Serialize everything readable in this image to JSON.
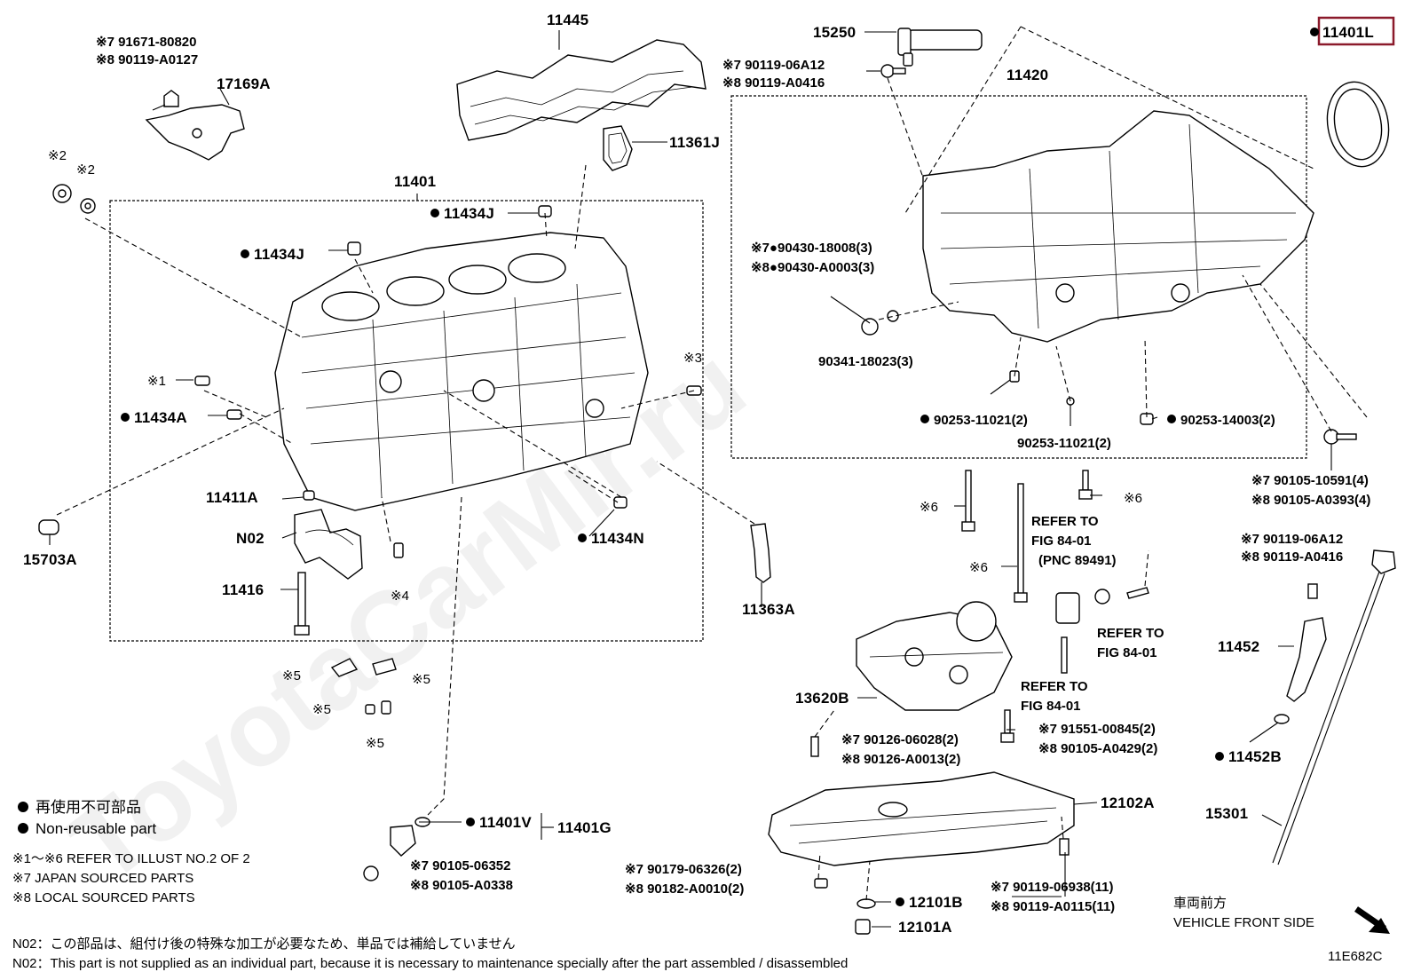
{
  "watermark": "ToyotaCarMir.ru",
  "labels": {
    "p11445": "11445",
    "p15250": "15250",
    "p11401L": "11401L",
    "p11420": "11420",
    "p17169A": "17169A",
    "p11361J": "11361J",
    "p11401": "11401",
    "p11434J_a": "11434J",
    "p11434J_b": "11434J",
    "p11434A": "11434A",
    "p11411A": "11411A",
    "pN02": "N02",
    "p11416": "11416",
    "p15703A": "15703A",
    "p11434N": "11434N",
    "p11363A": "11363A",
    "p90341": "90341-18023(3)",
    "p90253a": "90253-11021(2)",
    "p90253b": "90253-11021(2)",
    "p90253c": "90253-14003(2)",
    "p13620B": "13620B",
    "p11452": "11452",
    "p11452B": "11452B",
    "p15301": "15301",
    "p12102A": "12102A",
    "p12101B": "12101B",
    "p12101A": "12101A",
    "p11401V": "11401V",
    "p11401G": "11401G"
  },
  "refs": {
    "r1": "※1",
    "r2a": "※2",
    "r2b": "※2",
    "r3": "※3",
    "r4": "※4",
    "r5a": "※5",
    "r5b": "※5",
    "r5c": "※5",
    "r5d": "※5",
    "r6a": "※6",
    "r6b": "※6",
    "r6c": "※6"
  },
  "callouts": {
    "c17169_7": "※7 91671-80820",
    "c17169_8": "※8 90119-A0127",
    "c15250_7": "※7 90119-06A12",
    "c15250_8": "※8 90119-A0416",
    "c90430_7": "※7●90430-18008(3)",
    "c90430_8": "※8●90430-A0003(3)",
    "c90105_7": "※7 90105-10591(4)",
    "c90105_8": "※8 90105-A0393(4)",
    "c11452_7": "※7 90119-06A12",
    "c11452_8": "※8 90119-A0416",
    "c90126_7": "※7 90126-06028(2)",
    "c90126_8": "※8 90126-A0013(2)",
    "c91551_7": "※7 91551-00845(2)",
    "c91551_8": "※8 90105-A0429(2)",
    "c90179_7": "※7 90179-06326(2)",
    "c90179_8": "※8 90182-A0010(2)",
    "c90119_7": "※7 90119-06938(11)",
    "c90119_8": "※8 90119-A0115(11)",
    "c90105b_7": "※7 90105-06352",
    "c90105b_8": "※8 90105-A0338"
  },
  "refer": {
    "ref1_l1": "REFER TO",
    "ref1_l2": "FIG 84-01",
    "ref1_l3": "(PNC 89491)",
    "ref2_l1": "REFER TO",
    "ref2_l2": "FIG 84-01",
    "ref3_l1": "REFER TO",
    "ref3_l2": "FIG 84-01"
  },
  "legend": {
    "jp": "再使用不可部品",
    "en": "Non-reusable part",
    "n1": "※1～※6  REFER TO ILLUST NO.2 OF 2",
    "n7": "※7 JAPAN SOURCED PARTS",
    "n8": "※8 LOCAL SOURCED PARTS"
  },
  "direction": {
    "jp": "車両前方",
    "en": "VEHICLE FRONT SIDE"
  },
  "footer": {
    "n02_jp": "N02：この部品は、組付け後の特殊な加工が必要なため、単品では補給していません",
    "n02_en": "N02：This part is not supplied as an individual part, because it is necessary to maintenance specially after the part assembled / disassembled",
    "code": "11E682C"
  },
  "highlight_color": "#8b1a2b"
}
